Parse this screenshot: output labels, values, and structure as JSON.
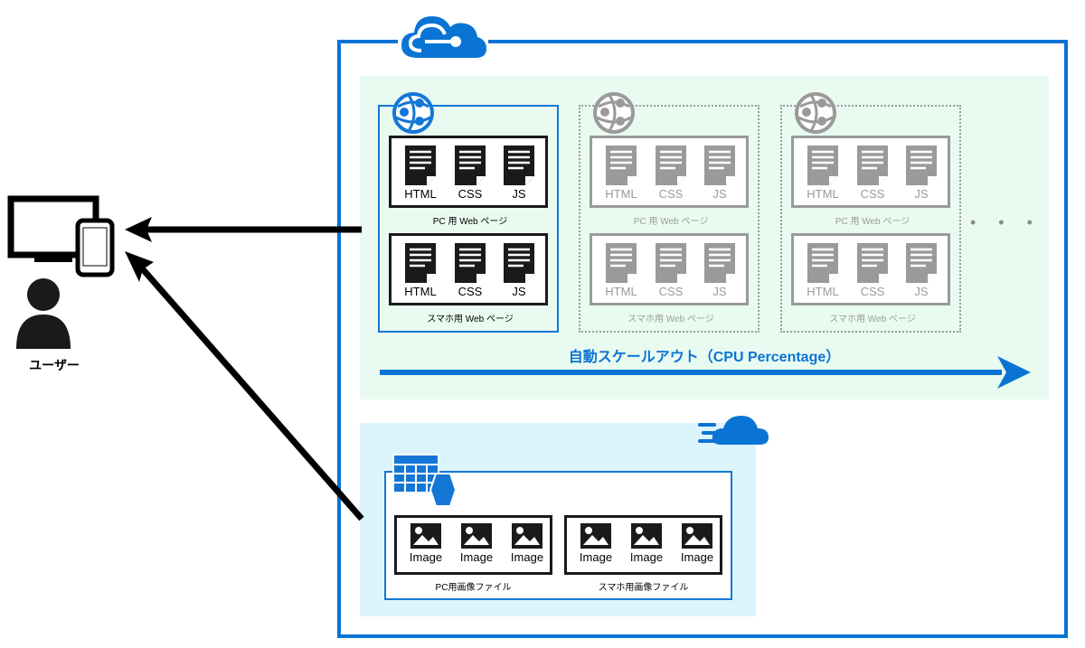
{
  "user": {
    "label": "ユーザー",
    "icon": "user-with-pc-and-smartphone-icon"
  },
  "azure": {
    "icon": "azure-cloud-icon",
    "color": "#0a74d4"
  },
  "app_service": {
    "icon": "app-service-globe-icon",
    "instances": [
      {
        "state": "active",
        "pc_label": "PC 用 Web ページ",
        "sp_label": "スマホ用 Web ページ"
      },
      {
        "state": "scaled",
        "pc_label": "PC 用 Web ページ",
        "sp_label": "スマホ用 Web ページ"
      },
      {
        "state": "scaled",
        "pc_label": "PC 用 Web ページ",
        "sp_label": "スマホ用 Web ページ"
      }
    ],
    "files": [
      "HTML",
      "CSS",
      "JS"
    ],
    "more": "• • •",
    "scale_label": "自動スケールアウト（CPU Percentage）"
  },
  "storage": {
    "icon": "table-storage-icon",
    "cdn_icon": "fast-cloud-icon",
    "image_label": "Image",
    "pc_caption": "PC用画像ファイル",
    "sp_caption": "スマホ用画像ファイル"
  },
  "colors": {
    "accent": "#0a74d4",
    "app_zone": "#e9fbf1",
    "storage_zone": "#dcf4fb",
    "ghost": "#9a9a9a"
  }
}
